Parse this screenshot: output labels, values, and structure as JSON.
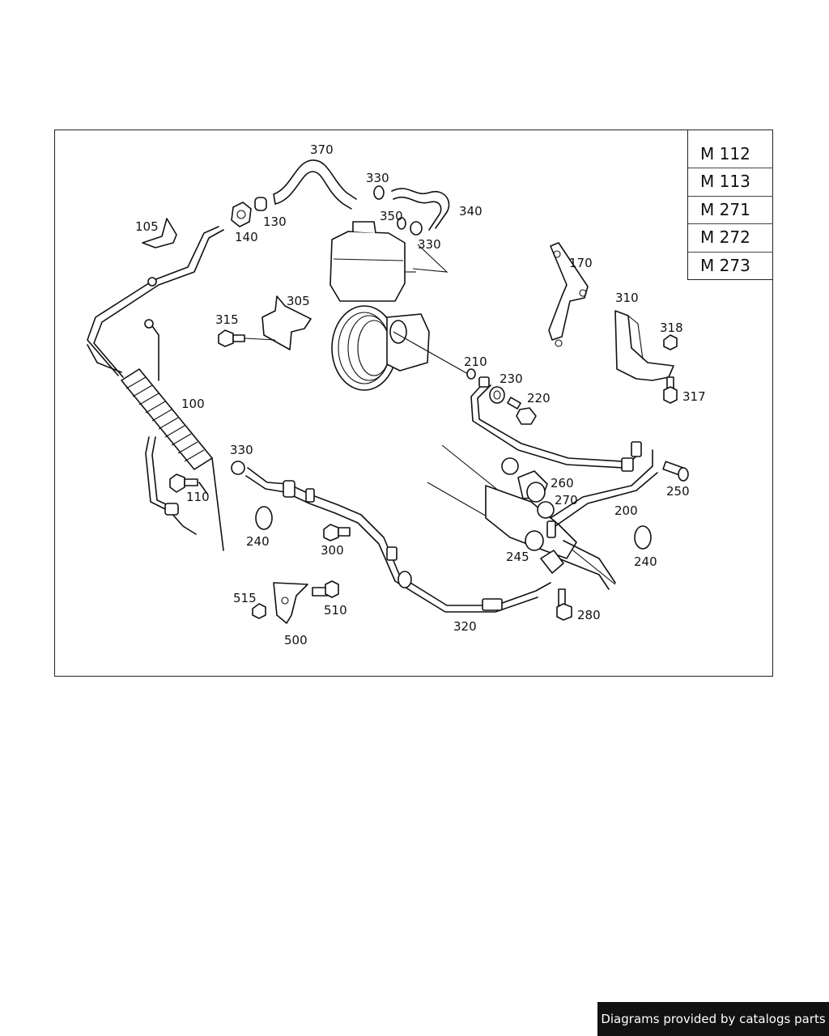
{
  "engines": [
    "M 112",
    "M 113",
    "M 271",
    "M 272",
    "M 273"
  ],
  "labels": {
    "p370": "370",
    "p330a": "330",
    "p340": "340",
    "p350": "350",
    "p330b": "330",
    "p105": "105",
    "p140": "140",
    "p130": "130",
    "p170": "170",
    "p305": "305",
    "p315": "315",
    "p310": "310",
    "p318": "318",
    "p317": "317",
    "p210": "210",
    "p230": "230",
    "p220": "220",
    "p100": "100",
    "p330c": "330",
    "p110": "110",
    "p260": "260",
    "p270": "270",
    "p250": "250",
    "p200": "200",
    "p240a": "240",
    "p300": "300",
    "p245": "245",
    "p240b": "240",
    "p515": "515",
    "p510": "510",
    "p280": "280",
    "p500": "500",
    "p320": "320"
  },
  "footer": {
    "credit": "Diagrams provided by catalogs parts"
  }
}
